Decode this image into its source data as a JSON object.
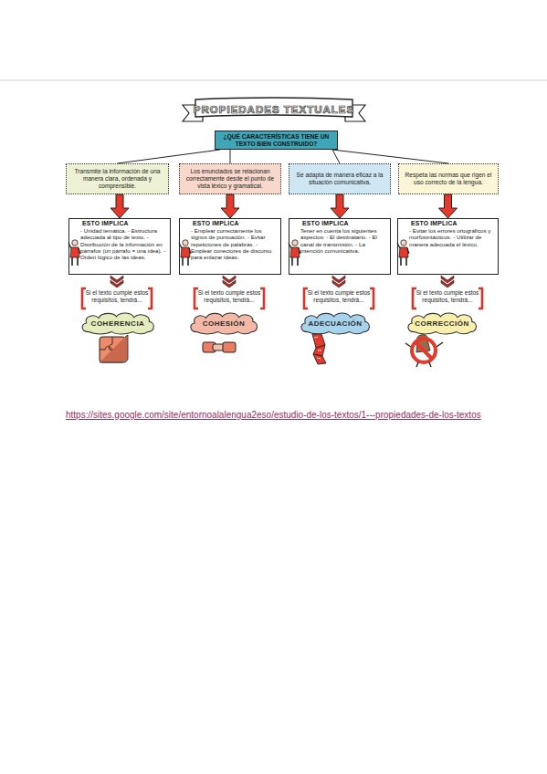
{
  "diagram": {
    "nodes": [
      {
        "text": [
          "PROPIEDADES TEXTUALES"
        ]
      },
      {
        "text": [
          "¿QUÉ CARACTERÍSTICAS TIENE UN TEXTO BIEN CONSTRUIDO?"
        ]
      },
      {
        "text": [
          "Transmite la información de una manera clara, ordenada y comprensible."
        ]
      },
      {
        "text": [
          "Los enunciados se relacionan correctamente desde el punto de vista léxico y gramatical."
        ]
      },
      {
        "text": [
          "Se adapta de manera eficaz a la situación comunicativa."
        ]
      },
      {
        "text": [
          "Respeta las normas que rigen el uso correcto de la lengua."
        ]
      },
      {
        "text": [
          "ESTO IMPLICA",
          "- Unidad temática. - Estructura adecuada al tipo de texto. - Distribución de la información en párrafos (un párrafo = una idea). - Orden lógico de las ideas."
        ]
      },
      {
        "text": [
          "ESTO IMPLICA",
          "- Emplear correctamente los signos de puntuación. - Evitar repeticiones de palabras. - Emplear conectores de discurso para enlazar ideas."
        ]
      },
      {
        "text": [
          "ESTO IMPLICA",
          "Tener en cuenta los siguientes aspectos: - El destinatario. - El canal de transmisión. - La intención comunicativa."
        ]
      },
      {
        "text": [
          "ESTO IMPLICA",
          "- Evitar los errores ortográficos y morfosintácticos. - Utilizar de manera adecuada el léxico."
        ]
      },
      {
        "text": [
          "COHERENCIA"
        ]
      },
      {
        "text": [
          "COHESIÓN"
        ]
      },
      {
        "text": [
          "ADECUACIÓN"
        ]
      },
      {
        "text": [
          "CORRECCIÓN"
        ]
      }
    ],
    "edges": [
      {
        "from": 1,
        "to": 2,
        "arrow": "none"
      },
      {
        "from": 1,
        "to": 3,
        "arrow": "none"
      },
      {
        "from": 1,
        "to": 4,
        "arrow": "none"
      },
      {
        "from": 1,
        "to": 5,
        "arrow": "none"
      },
      {
        "from": 2,
        "to": 6,
        "arrow": "to"
      },
      {
        "from": 3,
        "to": 7,
        "arrow": "to"
      },
      {
        "from": 4,
        "to": 8,
        "arrow": "to"
      },
      {
        "from": 5,
        "to": 9,
        "arrow": "to"
      }
    ],
    "labels": [
      "Si el texto cumple estos requisitos, tendrá...",
      "Si el texto cumple estos requisitos, tendrá...",
      "Si el texto cumple estos requisitos, tendrá...",
      "Si el texto cumple estos requisitos, tendrá...",
      "https://sites.google.com/site/entornoalalengua2eso/estudio-de-los-textos/1---propiedades-de-los-textos"
    ]
  }
}
